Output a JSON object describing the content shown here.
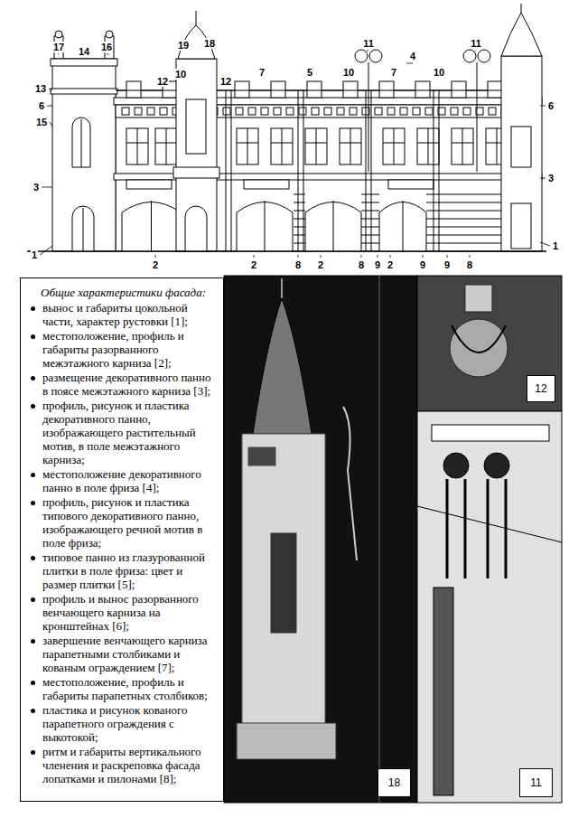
{
  "diagram": {
    "nodes": [
      {
        "text": [
          "Общие характеристики фасада:",
          "вынос и габариты цокольной части, характер рустовки [1];",
          "местоположение, профиль и габариты разорванного межэтажного карниза [2];",
          "размещение декоративного панно в поясе межэтажного карниза [3];",
          "профиль, рисунок и пластика декоративного панно, изображающего растительный мотив, в поле межэтажного карниза;",
          "местоположение декоративного панно в поле фриза [4];",
          "профиль, рисунок и пластика типового декоративного панно, изображающего речной мотив в поле фриза;",
          "типовое панно из глазурованной плитки в поле фриза: цвет и размер плитки [5];",
          "профиль и вынос разорванного венчающего карниза на кронштейнах [6];",
          "завершение венчающего карниза парапетными столбиками и кованым ограждением [7];",
          "местоположение, профиль и габариты парапетных столбиков;",
          "пластика и рисунок кованого парапетного ограждения с выкотокой;",
          "ритм и габариты вертикального членения и раскреповка фасада лопатками и пилонами [8];"
        ]
      },
      {
        "text": [
          "12"
        ]
      },
      {
        "text": [
          "18"
        ]
      },
      {
        "text": [
          "11"
        ]
      }
    ],
    "labels": [
      "17",
      "14",
      "16",
      "19",
      "18",
      "11",
      "11",
      "4",
      "13",
      "10",
      "12",
      "12",
      "7",
      "5",
      "10",
      "7",
      "10",
      "6",
      "6",
      "15",
      "3",
      "3",
      "1",
      "1",
      "2",
      "2",
      "8",
      "2",
      "8",
      "9",
      "2",
      "9",
      "9",
      "8"
    ]
  }
}
